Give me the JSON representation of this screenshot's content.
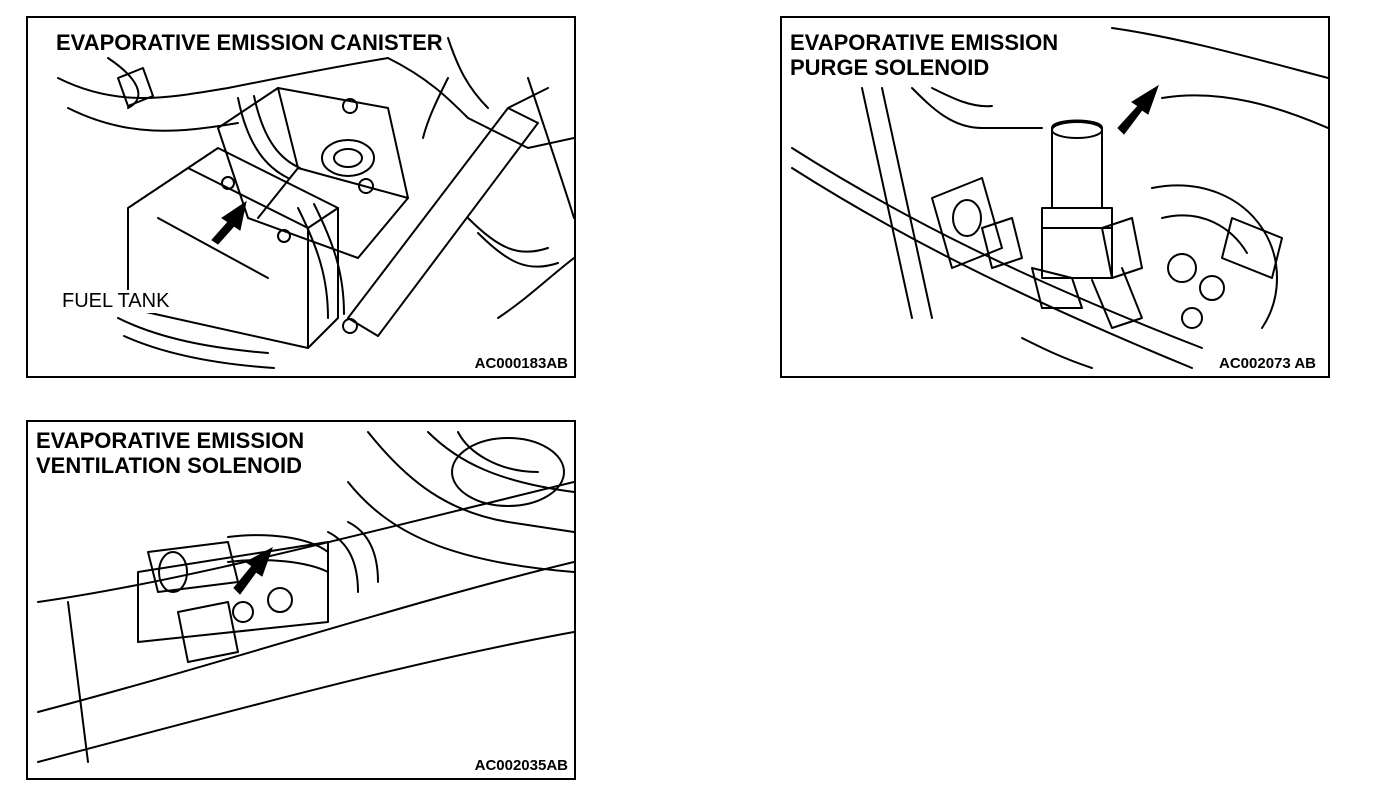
{
  "panels": {
    "canister": {
      "title_line1": "EVAPORATIVE EMISSION CANISTER",
      "fuel_tank_label": "FUEL TANK",
      "code": "AC000183AB"
    },
    "purge": {
      "title_line1": "EVAPORATIVE EMISSION",
      "title_line2": "PURGE SOLENOID",
      "code": "AC002073 AB"
    },
    "ventilation": {
      "title_line1": "EVAPORATIVE EMISSION",
      "title_line2": "VENTILATION SOLENOID",
      "code": "AC002035AB"
    }
  },
  "icons": [
    "arrow-icon"
  ],
  "colors": {
    "line": "#000000",
    "background": "#ffffff"
  }
}
